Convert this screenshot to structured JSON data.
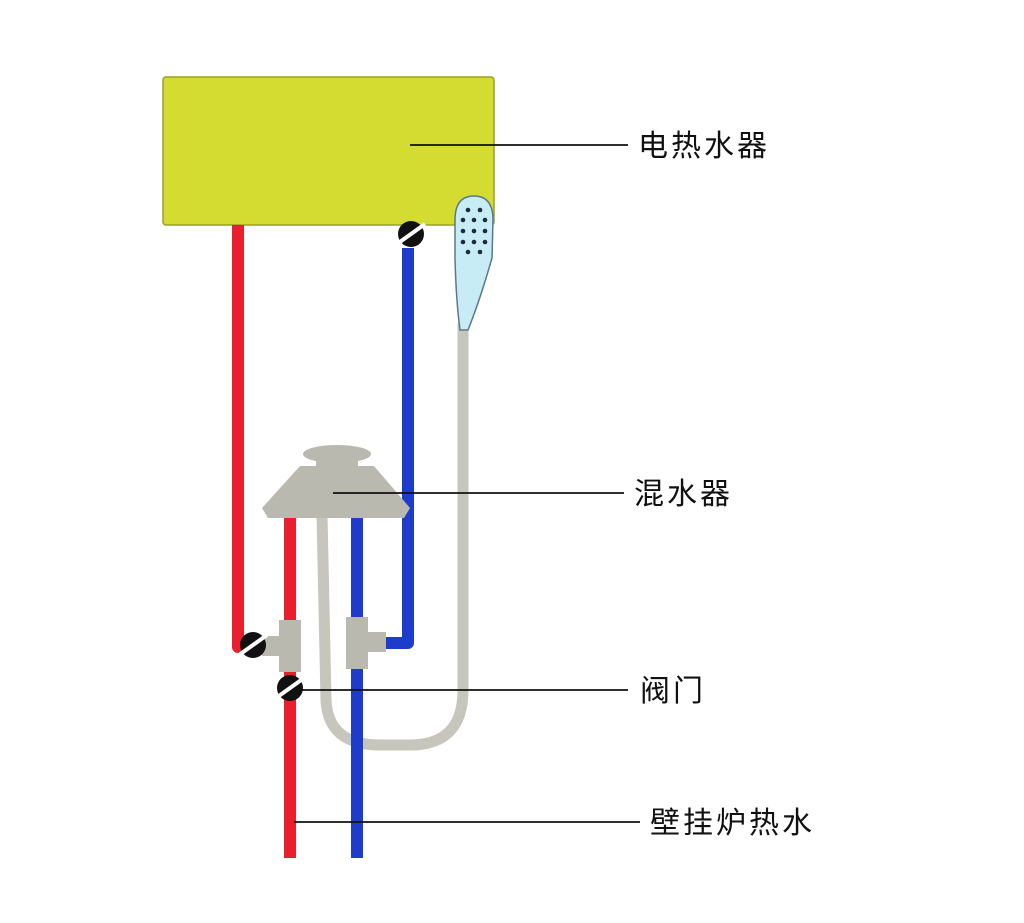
{
  "labels": {
    "water_heater": "电热水器",
    "mixer": "混水器",
    "valve": "阀门",
    "boiler_hot_water": "壁挂炉热水"
  },
  "colors": {
    "heater_body": "#d4dc32",
    "hot_pipe": "#e8202e",
    "cold_pipe": "#1e3ccc",
    "hose": "#c6c6bc",
    "mixer": "#b9b9b0",
    "valve": "#111111",
    "shower_head": "#c8ecf6",
    "leader_line": "#111111"
  }
}
